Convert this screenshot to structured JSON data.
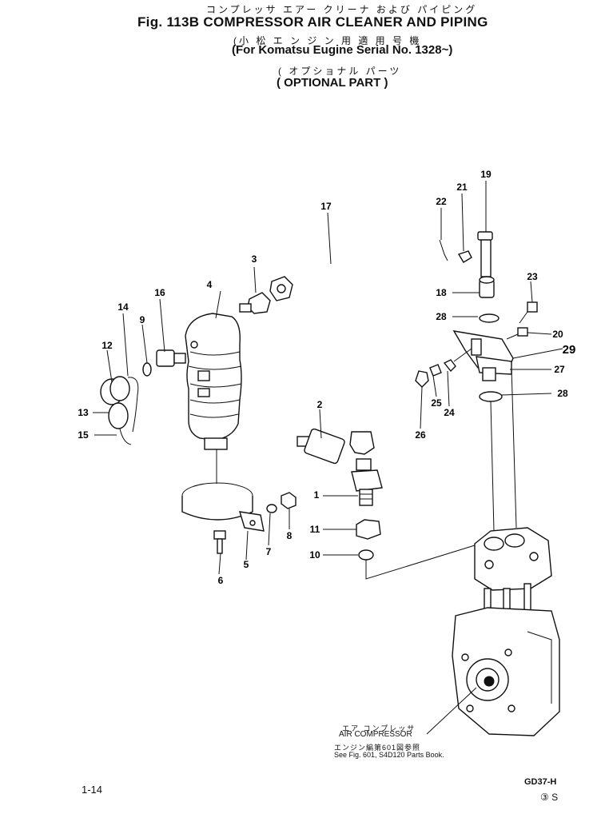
{
  "header": {
    "title_jp": "コンプレッサ エアー クリーナ および パイピング",
    "title": "Fig. 113B COMPRESSOR AIR CLEANER AND PIPING",
    "serial_jp": "(小 松 エ ン ジ ン 用 適 用 号 機",
    "serial": "(For Komatsu Eugine Serial No. 1328~)",
    "optional_jp": "( オプショナル パーツ",
    "optional": "( OPTIONAL PART )"
  },
  "callouts": [
    "1",
    "2",
    "3",
    "4",
    "5",
    "6",
    "7",
    "8",
    "9",
    "10",
    "11",
    "12",
    "13",
    "14",
    "15",
    "16",
    "17",
    "18",
    "19",
    "20",
    "21",
    "22",
    "23",
    "24",
    "25",
    "26",
    "27",
    "28",
    "28",
    "29"
  ],
  "compressor_note": {
    "label_jp": "エア コンプレッサ",
    "label": "AIR COMPRESSOR",
    "ref_jp": "エンジン編第601図参照",
    "ref": "See Fig. 601, S4D120 Parts Book."
  },
  "footer": {
    "page": "1-14",
    "model": "GD37-H",
    "code": "③ S"
  }
}
